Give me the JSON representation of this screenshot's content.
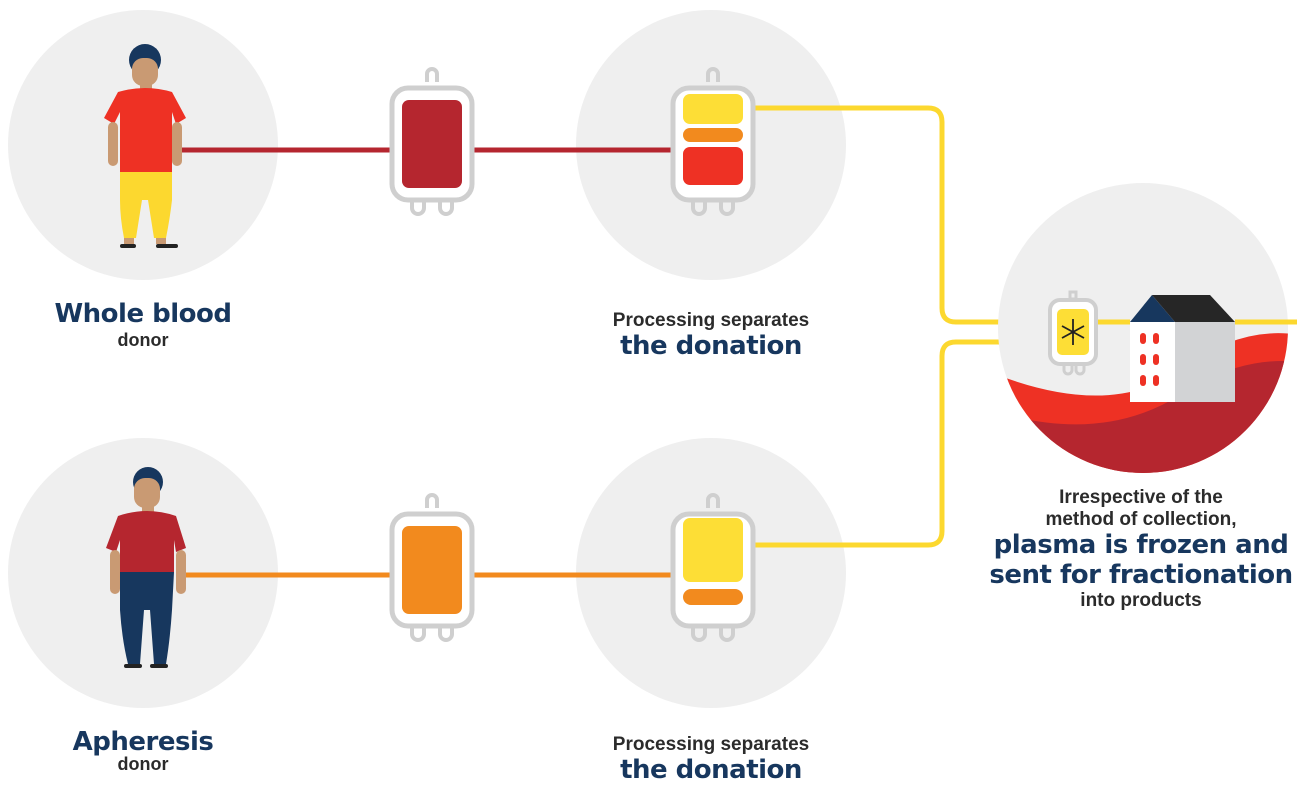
{
  "colors": {
    "circle": "#efefef",
    "whole_blood_line": "#b5262f",
    "apheresis_line": "#f28a1e",
    "plasma_line": "#fcd82f",
    "bag_outline": "#cfcfcf",
    "dark_blue_text": "#17375e",
    "red_cells": "#ee3124",
    "orange_layer": "#f28a1e",
    "plasma": "#fdde36",
    "dark_red": "#b5262f"
  },
  "labels": {
    "whole_blood_title": "Whole blood",
    "whole_blood_sub": "donor",
    "processing_1_line1": "Processing separates",
    "processing_1_line2": "the donation",
    "apheresis_title": "Apheresis",
    "apheresis_sub": "donor",
    "processing_2_line1": "Processing separates",
    "processing_2_line2": "the donation",
    "fraction_line1": "Irrespective of the",
    "fraction_line2": "method of collection,",
    "fraction_line3": "plasma is frozen and",
    "fraction_line4": "sent for fractionation",
    "fraction_line5": "into products"
  },
  "icons": {
    "whole_blood_donor": "person-icon",
    "apheresis_donor": "person-icon",
    "whole_blood_bag": "blood-bag-icon",
    "separated_bag": "separated-blood-bag-icon",
    "apheresis_bag": "plasma-bag-icon",
    "frozen_bag": "snowflake-icon",
    "factory": "factory-building-icon"
  }
}
